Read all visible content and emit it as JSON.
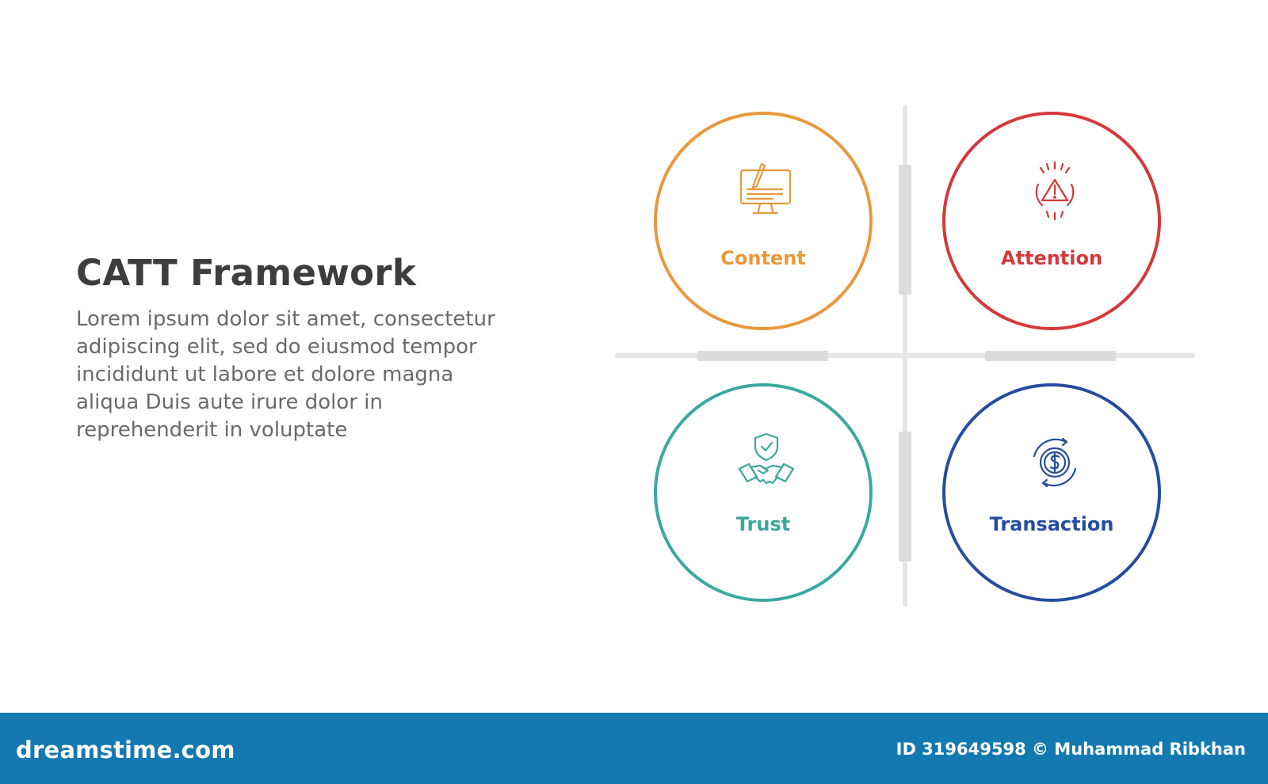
{
  "header": {
    "title": "CATT Framework",
    "description_lines": [
      "Lorem ipsum dolor sit amet, consectetur",
      "adipiscing elit, sed do eiusmod tempor",
      "incididunt ut labore et dolore magna",
      "aliqua Duis aute irure dolor in",
      "reprehenderit in voluptate"
    ]
  },
  "quadrants": [
    {
      "label": "Content",
      "icon": "computer-edit-icon",
      "color": "#e8983b"
    },
    {
      "label": "Attention",
      "icon": "alert-warning-icon",
      "color": "#d6383a"
    },
    {
      "label": "Trust",
      "icon": "handshake-shield-icon",
      "color": "#3ba89d"
    },
    {
      "label": "Transaction",
      "icon": "dollar-cycle-icon",
      "color": "#254d9e"
    }
  ],
  "footer": {
    "site": "dreamstime.com",
    "credit": "ID 319649598 © Muhammad Ribkhan"
  }
}
